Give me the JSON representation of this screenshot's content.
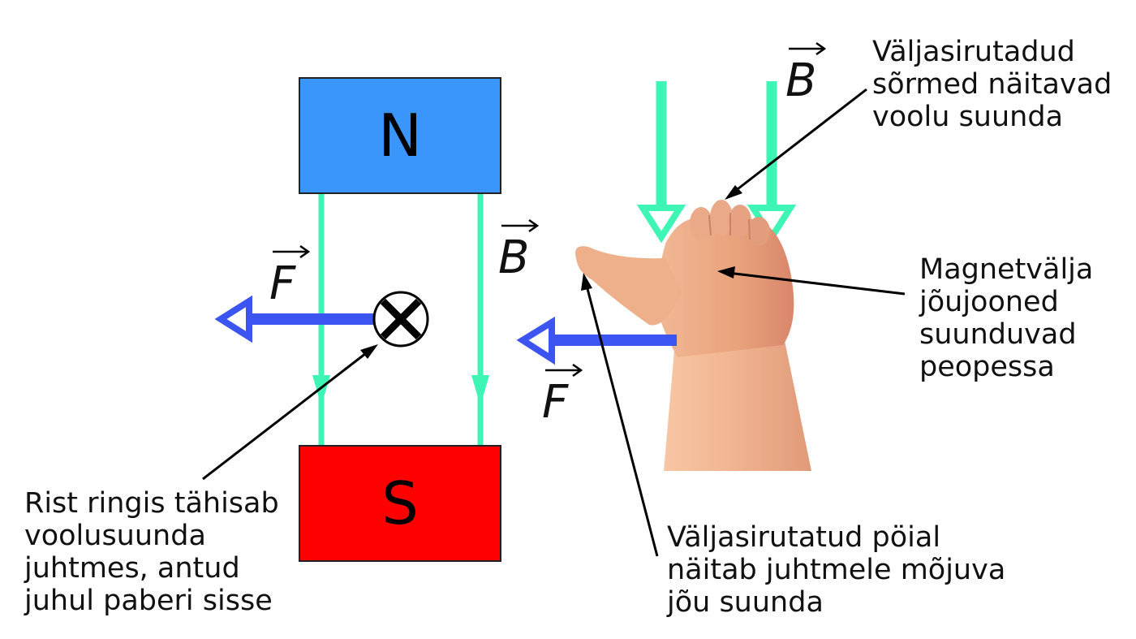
{
  "colors": {
    "north_pole": "#3a96fb",
    "south_pole": "#ff0000",
    "field_lines": "#3ef5b5",
    "force_arrow": "#3c55f0",
    "pointer_lines": "#000000",
    "skin": "#e8a57f"
  },
  "magnet": {
    "north_label": "N",
    "south_label": "S"
  },
  "vectors": {
    "force_left": "F",
    "field_middle": "B",
    "force_right": "F",
    "field_top": "B"
  },
  "symbols": {
    "current_into_page": "cross-in-circle"
  },
  "annotations": {
    "fingers": [
      "Väljasirutadud",
      "sõrmed näitavad",
      "voolu suunda"
    ],
    "palm": [
      "Magnetvälja",
      "jõujooned",
      "suunduvad",
      "peopessa"
    ],
    "cross": [
      "Rist ringis tähisab",
      "voolusuunda",
      "juhtmes, antud",
      "juhul paberi sisse"
    ],
    "thumb": [
      "Väljasirutatud pöial",
      "näitab juhtmele mõjuva",
      "jõu suunda"
    ]
  },
  "annotation_text": {
    "fingers": "Väljasirutadud\nsõrmed näitavad\nvoolu suunda",
    "palm": "Magnetvälja\njõujooned\nsuunduvad\npeopessa",
    "cross": "Rist ringis tähisab\nvoolusuunda\njuhtmes, antud\njuhul paberi sisse",
    "thumb": "Väljasirutatud pöial\nnäitab juhtmele mõjuva\njõu suunda"
  }
}
